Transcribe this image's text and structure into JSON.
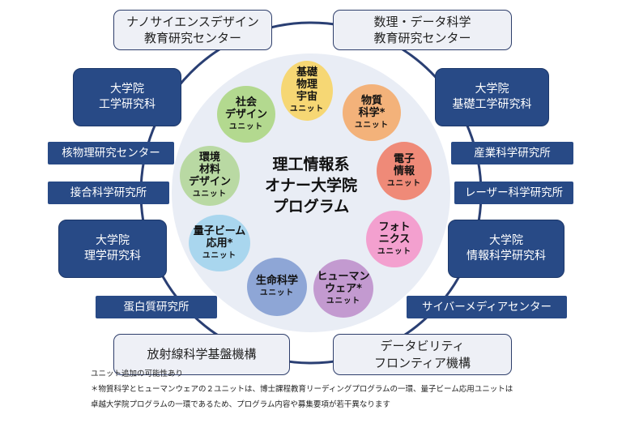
{
  "center": {
    "lines": [
      "理工情報系",
      "オナー大学院",
      "プログラム"
    ],
    "ring_color": "#2a3f73",
    "fill_color": "#e9edf5"
  },
  "units": [
    {
      "id": "basic-physics",
      "lines": [
        "基礎",
        "物理",
        "宇宙"
      ],
      "sub": "ユニット",
      "color": "#f6d774"
    },
    {
      "id": "materials-science",
      "lines": [
        "物質",
        "科学*"
      ],
      "sub": "ユニット",
      "color": "#f3b27a"
    },
    {
      "id": "electronics-info",
      "lines": [
        "電子",
        "情報"
      ],
      "sub": "ユニット",
      "color": "#ef8a78"
    },
    {
      "id": "photonics",
      "lines": [
        "フォト",
        "ニクス"
      ],
      "sub": "ユニット",
      "color": "#f3a0cf"
    },
    {
      "id": "human-ware",
      "lines": [
        "ヒューマン",
        "ウェア*"
      ],
      "sub": "ユニット",
      "color": "#c39ad0"
    },
    {
      "id": "life-science",
      "lines": [
        "生命科学"
      ],
      "sub": "ユニット",
      "color": "#8ea6d6"
    },
    {
      "id": "quantum-beam",
      "lines": [
        "量子ビーム",
        "応用*"
      ],
      "sub": "ユニット",
      "color": "#a9d6ee"
    },
    {
      "id": "environment-materials",
      "lines": [
        "環境",
        "材料",
        "デザイン"
      ],
      "sub": "ユニット",
      "color": "#b9d9a3"
    },
    {
      "id": "social-design",
      "lines": [
        "社会",
        "デザイン"
      ],
      "sub": "ユニット",
      "color": "#b3d98f"
    }
  ],
  "organizations": {
    "nano_science": [
      "ナノサイエンスデザイン",
      "教育研究センター"
    ],
    "math_data": [
      "数理・データ科学",
      "教育研究センター"
    ],
    "grad_engineering": [
      "大学院",
      "工学研究科"
    ],
    "grad_engineering_science": [
      "大学院",
      "基礎工学研究科"
    ],
    "nuclear_physics": [
      "核物理研究センター"
    ],
    "industrial_science": [
      "産業科学研究所"
    ],
    "joining_welding": [
      "接合科学研究所"
    ],
    "laser_science": [
      "レーザー科学研究所"
    ],
    "grad_science": [
      "大学院",
      "理学研究科"
    ],
    "grad_info_science": [
      "大学院",
      "情報科学研究科"
    ],
    "protein_research": [
      "蛋白質研究所"
    ],
    "cybermedia": [
      "サイバーメディアセンター"
    ],
    "radiation_science": [
      "放射線科学基盤機構"
    ],
    "data_ability": [
      "データビリティ",
      "フロンティア機構"
    ]
  },
  "notes": [
    "ユニット追加の可能性あり",
    "＊物質科学とヒューマンウェアの２ユニットは、博士課程教育リーディングプログラムの一環、量子ビーム応用ユニットは",
    "卓越大学院プログラムの一環であるため、プログラム内容や募集要項が若干異なります"
  ]
}
